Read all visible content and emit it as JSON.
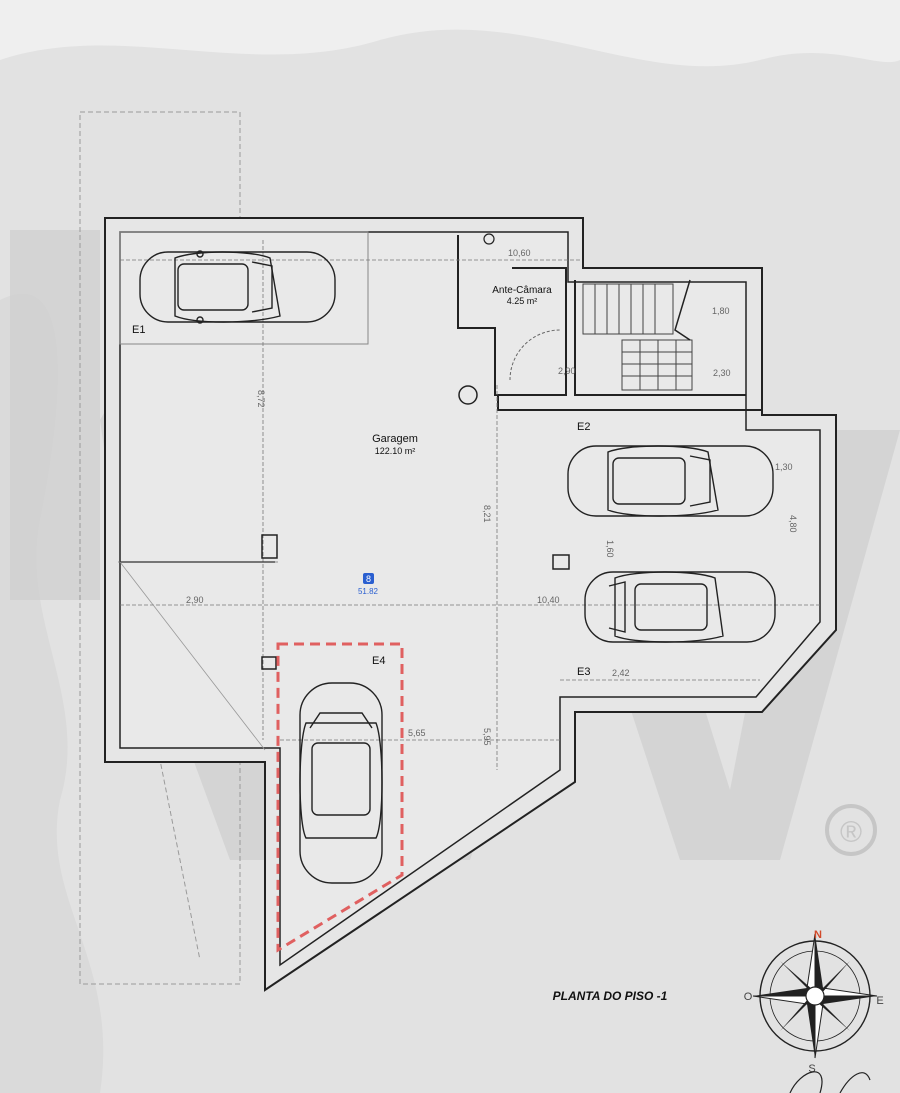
{
  "plan": {
    "title": "PLANTA DO PISO -1",
    "rooms": {
      "garagem": {
        "name": "Garagem",
        "area": "122.10 m²"
      },
      "antecamara": {
        "name": "Ante-Câmara",
        "area": "4.25 m²"
      }
    },
    "spaces": {
      "e1": "E1",
      "e2": "E2",
      "e3": "E3",
      "e4": "E4"
    },
    "marker": {
      "icon": "8",
      "value": "51.82"
    },
    "dimensions": {
      "d290": "2,90",
      "d1040": "10,40",
      "d565": "5,65",
      "d242": "2,42",
      "d872": "8,72",
      "d820": "8,21",
      "d595": "5,95",
      "d480": "4,80",
      "d180": "1,80",
      "d160": "1,60",
      "d130": "1,30",
      "d1060": "10,60",
      "d290b": "2,90",
      "d230": "2,30"
    },
    "compass": {
      "n": "N",
      "s": "S",
      "e": "E",
      "o": "O"
    },
    "watermark": "KW",
    "registered_mark": "®"
  },
  "colors": {
    "paper": "#efefef",
    "wall": "#222222",
    "floor": "#e4e4e4",
    "watermark": "#c9c9c9",
    "parking_highlight": "#e06060",
    "marker": "#2a5fd0"
  }
}
